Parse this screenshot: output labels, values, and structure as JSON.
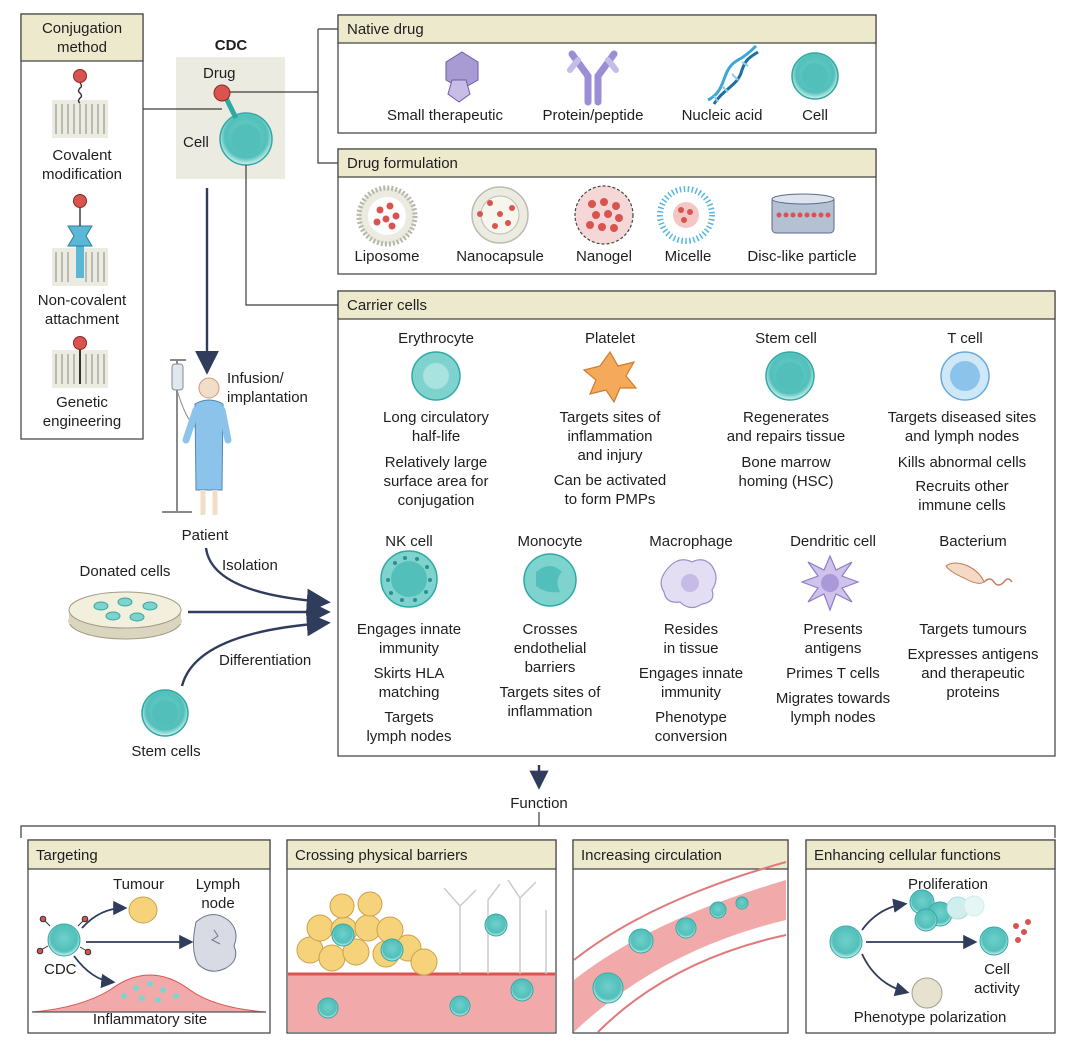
{
  "conjugation": {
    "title": "Conjugation\nmethod",
    "methods": [
      "Covalent\nmodification",
      "Non-covalent\nattachment",
      "Genetic\nengineering"
    ]
  },
  "cdc": {
    "title": "CDC",
    "drug": "Drug",
    "cell": "Cell"
  },
  "native_drug": {
    "title": "Native drug",
    "items": [
      "Small therapeutic",
      "Protein/peptide",
      "Nucleic acid",
      "Cell"
    ]
  },
  "drug_formulation": {
    "title": "Drug formulation",
    "items": [
      "Liposome",
      "Nanocapsule",
      "Nanogel",
      "Micelle",
      "Disc-like particle"
    ]
  },
  "delivery": {
    "infusion": "Infusion/\nimplantation",
    "patient": "Patient",
    "isolation": "Isolation",
    "donated": "Donated cells",
    "differentiation": "Differentiation",
    "stem_cells": "Stem cells"
  },
  "carrier": {
    "title": "Carrier cells",
    "row1": [
      {
        "name": "Erythrocyte",
        "f1": "Long circulatory\nhalf-life",
        "f2": "Relatively large\nsurface area for\nconjugation"
      },
      {
        "name": "Platelet",
        "f1": "Targets sites of\ninflammation\nand injury",
        "f2": "Can be activated\nto form PMPs"
      },
      {
        "name": "Stem cell",
        "f1": "Regenerates\nand repairs tissue",
        "f2": "Bone marrow\nhoming (HSC)"
      },
      {
        "name": "T cell",
        "f1": "Targets diseased sites\nand lymph nodes",
        "f2": "Kills abnormal cells",
        "f3": "Recruits other\nimmune cells"
      }
    ],
    "row2": [
      {
        "name": "NK cell",
        "f1": "Engages innate\nimmunity",
        "f2": "Skirts HLA\nmatching",
        "f3": "Targets\nlymph nodes"
      },
      {
        "name": "Monocyte",
        "f1": "Crosses\nendothelial\nbarriers",
        "f2": "Targets sites of\ninflammation"
      },
      {
        "name": "Macrophage",
        "f1": "Resides\nin tissue",
        "f2": "Engages innate\nimmunity",
        "f3": "Phenotype\nconversion"
      },
      {
        "name": "Dendritic cell",
        "f1": "Presents\nantigens",
        "f2": "Primes T cells",
        "f3": "Migrates towards\nlymph nodes"
      },
      {
        "name": "Bacterium",
        "f1": "Targets tumours",
        "f2": "Expresses antigens\nand therapeutic\nproteins"
      }
    ]
  },
  "function": {
    "title": "Function",
    "panels": [
      {
        "title": "Targeting",
        "labels": [
          "Tumour",
          "Lymph\nnode",
          "CDC",
          "Inflammatory site"
        ]
      },
      {
        "title": "Crossing physical barriers"
      },
      {
        "title": "Increasing circulation"
      },
      {
        "title": "Enhancing cellular functions",
        "labels": [
          "Proliferation",
          "Cell\nactivity",
          "Phenotype polarization"
        ]
      }
    ]
  },
  "colors": {
    "panel_header": "#ede9cc",
    "border": "#3d3d3d",
    "cell_fill": "#7fd3cf",
    "cell_dark": "#2fa9a4",
    "drug_red": "#d9534f",
    "arrow": "#2f3c5c",
    "tissue_pink": "#f1a9a9",
    "platelet": "#f5a95a",
    "tumour": "#f6d27a",
    "t_cell": "#a9d6f2",
    "purple": "#b9a7dd"
  }
}
